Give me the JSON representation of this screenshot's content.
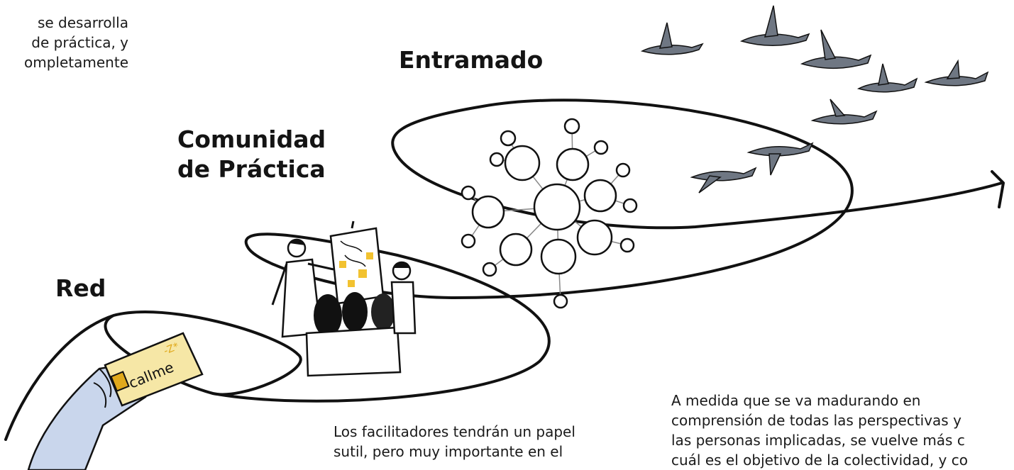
{
  "headings": {
    "entramado": "Entramado",
    "comunidad_line1": "Comunidad",
    "comunidad_line2": "de Práctica",
    "red": "Red"
  },
  "card": {
    "text": "callme",
    "mark": "-Z*"
  },
  "texts": {
    "top_left": [
      "se  desarrolla",
      "de práctica, y",
      "ompletamente"
    ],
    "bottom_center": [
      "Los facilitadores tendrán un papel",
      "sutil,  pero  muy  importante  en  el"
    ],
    "bottom_right": [
      "A  medida  que  se  va  madurando  en",
      "comprensión de todas las perspectivas y",
      "las personas implicadas, se vuelve más c",
      "cuál es el objetivo de la colectividad, y co"
    ]
  },
  "colors": {
    "ink": "#111111",
    "sticky_note": "#f2c230",
    "card": "#f6e7a6",
    "card_accent": "#e0a91c",
    "hand": "#c9d6ec",
    "birds": "#6f7783"
  },
  "icons": {
    "hand": "hand-holding-card-icon",
    "team": "team-at-whiteboard-icon",
    "network": "network-cluster-icon",
    "birds": "flock-of-geese-icon",
    "arrow": "arrowhead-icon"
  }
}
